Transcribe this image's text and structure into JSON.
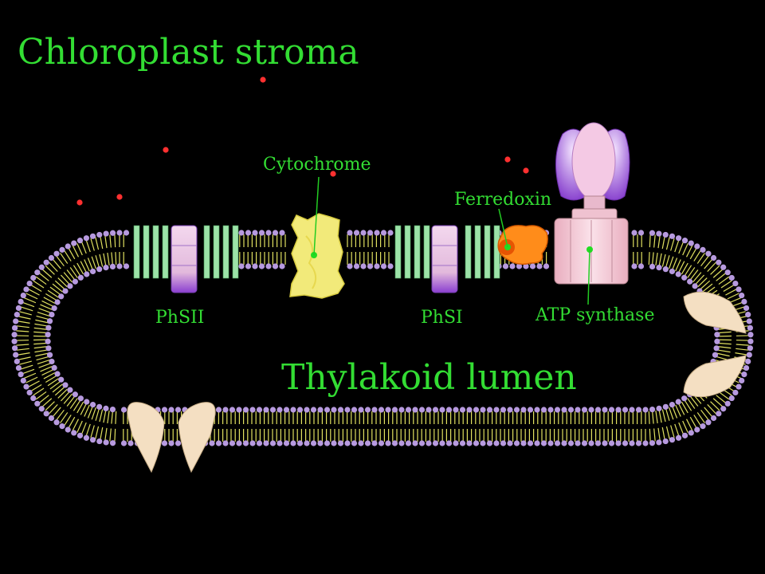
{
  "labels": {
    "stroma": "Chloroplast stroma",
    "lumen": "Thylakoid lumen",
    "cytochrome": "Cytochrome",
    "ferredoxin": "Ferredoxin",
    "phsii": "PhSII",
    "phsi": "PhSI",
    "atp_synthase": "ATP synthase"
  },
  "colors": {
    "background": "#000000",
    "label": "#33dd33",
    "lipid_head": "#b79adf",
    "lipid_tail": "#e0e060",
    "helix": "#9ce3a8",
    "photosystem": "#eac5e3",
    "cytochrome": "#f2ea7a",
    "ferredoxin": "#ff8c1a",
    "atp_synthase": "#f3c7d3",
    "atp_head": "#9a5cd1",
    "proton": "#ff3030",
    "channel": "#f4dfc2"
  },
  "icons": {
    "protons": "proton-dot-icon",
    "channels": "membrane-channel-icon"
  }
}
